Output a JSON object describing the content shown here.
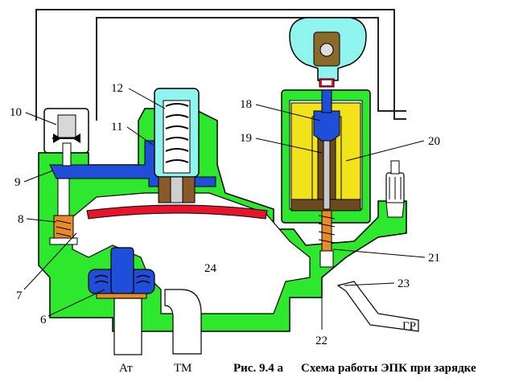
{
  "colors": {
    "body_green": "#2ee82e",
    "channel_blue": "#1f4fd8",
    "cap_cyan": "#8ff3ee",
    "coil_yellow": "#f2e21a",
    "coil_brown": "#6b4a1e",
    "diaphragm_red": "#e8142c",
    "spring_orange": "#e88a2a",
    "outline": "#000000"
  },
  "labels": {
    "l10": "10",
    "l12": "12",
    "l11": "11",
    "l18": "18",
    "l19": "19",
    "l20": "20",
    "l9": "9",
    "l8": "8",
    "l7": "7",
    "l6": "6",
    "l24": "24",
    "l21": "21",
    "l23": "23",
    "l22": "22",
    "lgr": "ГР",
    "lat": "Ат",
    "ltm": "ТМ"
  },
  "caption": {
    "fig": "Рис. 9.4 а",
    "title": "Схема работы ЭПК при зарядке"
  }
}
